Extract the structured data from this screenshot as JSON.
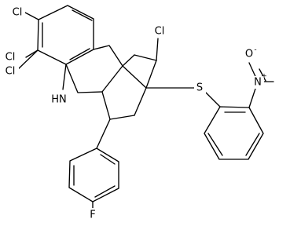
{
  "atoms": {
    "cl_top": "Cl",
    "cl_upper_left": "Cl",
    "cl_lower_left": "Cl",
    "nh": "HN",
    "s": "S",
    "n": "N",
    "n_charge": "+",
    "o": "O",
    "o_charge": "-",
    "f": "F"
  }
}
